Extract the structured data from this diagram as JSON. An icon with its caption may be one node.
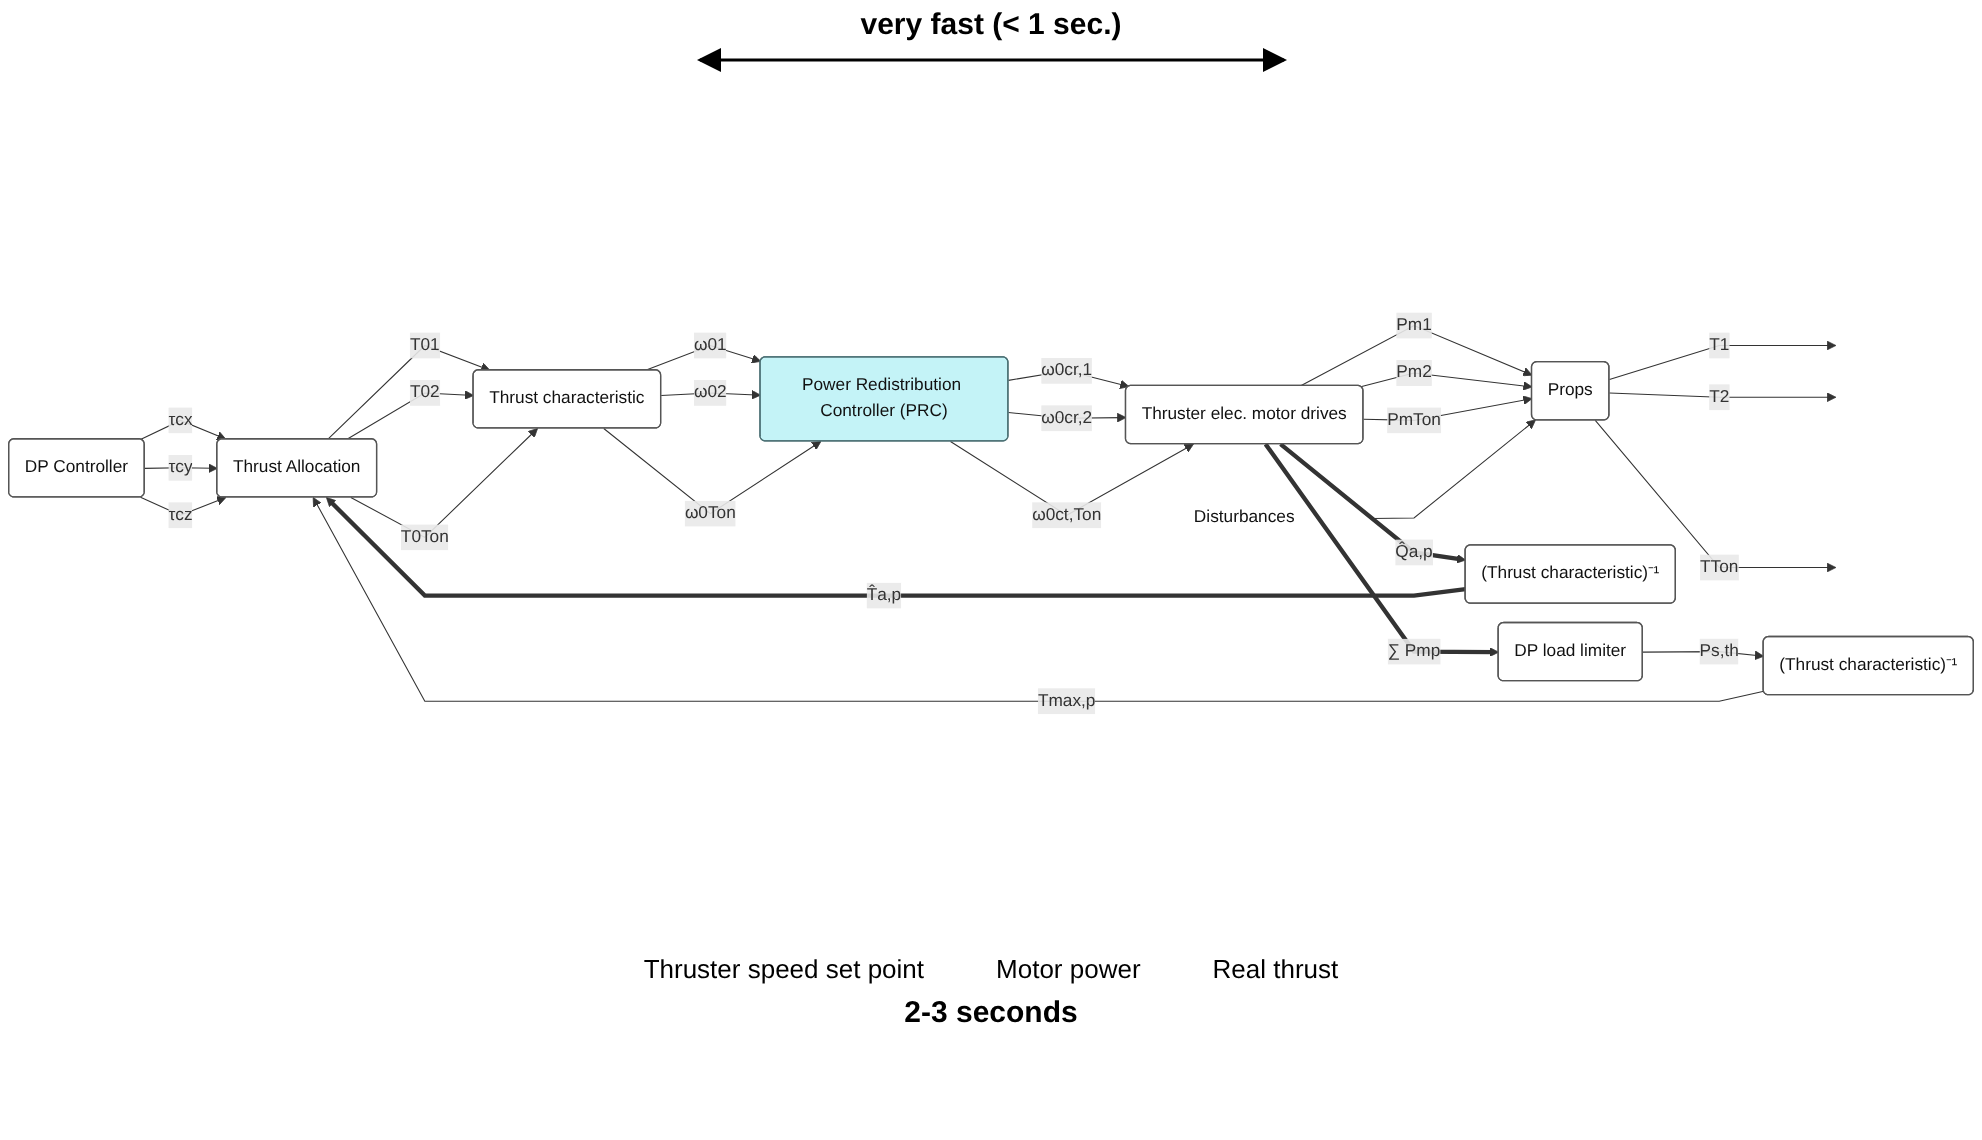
{
  "diagram": {
    "title": "very fast (< 1 sec.)",
    "caption": "2-3 seconds",
    "nodes": [
      {
        "text": [
          "DP Controller"
        ]
      },
      {
        "text": [
          "Thrust Allocation"
        ]
      },
      {
        "text": [
          "Thrust characteristic"
        ]
      },
      {
        "text": [
          "Power Redistribution Controller (PRC)"
        ]
      },
      {
        "text": [
          "Thruster elec. motor drives"
        ]
      },
      {
        "text": [
          "Props"
        ]
      },
      {
        "text": [
          "(Thrust characteristic)⁻¹"
        ]
      },
      {
        "text": [
          "(Thrust characteristic)⁻¹"
        ]
      },
      {
        "text": [
          "DP load limiter"
        ]
      },
      {
        "text": [
          "Disturbances"
        ]
      }
    ],
    "edges": [
      {
        "from": 0,
        "to": 1,
        "arrow": "to",
        "label": "τcx"
      },
      {
        "from": 0,
        "to": 1,
        "arrow": "to",
        "label": "τcy"
      },
      {
        "from": 0,
        "to": 1,
        "arrow": "to",
        "label": "τcz"
      },
      {
        "from": 1,
        "to": 2,
        "arrow": "to",
        "label": "T01"
      },
      {
        "from": 1,
        "to": 2,
        "arrow": "to",
        "label": "T02"
      },
      {
        "from": 1,
        "to": 2,
        "arrow": "to",
        "label": "T0Ton"
      },
      {
        "from": 2,
        "to": 3,
        "arrow": "to",
        "label": "ω01"
      },
      {
        "from": 2,
        "to": 3,
        "arrow": "to",
        "label": "ω02"
      },
      {
        "from": 2,
        "to": 3,
        "arrow": "to",
        "label": "ω0Ton"
      },
      {
        "from": 3,
        "to": 4,
        "arrow": "to",
        "label": "ω0cr,1"
      },
      {
        "from": 3,
        "to": 4,
        "arrow": "to",
        "label": "ω0cr,2"
      },
      {
        "from": 3,
        "to": 4,
        "arrow": "to",
        "label": "ω0ct,Ton"
      },
      {
        "from": 4,
        "to": 5,
        "arrow": "to",
        "label": "Pm1"
      },
      {
        "from": 4,
        "to": 5,
        "arrow": "to",
        "label": "Pm2"
      },
      {
        "from": 4,
        "to": 5,
        "arrow": "to",
        "label": "PmTon"
      },
      {
        "from": 5,
        "to": null,
        "arrow": "to",
        "label": "T1"
      },
      {
        "from": 5,
        "to": null,
        "arrow": "to",
        "label": "T2"
      },
      {
        "from": 5,
        "to": null,
        "arrow": "to",
        "label": "TTon"
      },
      {
        "from": 4,
        "to": 6,
        "arrow": "to",
        "label": "Q̂a,p",
        "style": "thick"
      },
      {
        "from": 6,
        "to": 1,
        "arrow": "to",
        "label": "T̂a,p",
        "style": "thick"
      },
      {
        "from": 4,
        "to": 8,
        "arrow": "to",
        "label": "∑ Pmp",
        "style": "thick"
      },
      {
        "from": 8,
        "to": 7,
        "arrow": "to",
        "label": "Ps,th"
      },
      {
        "from": 7,
        "to": 1,
        "arrow": "to",
        "label": "Tmax,p"
      },
      {
        "from": 9,
        "to": 5,
        "arrow": "to"
      }
    ],
    "labels": [
      "Thruster speed set point",
      "Motor power",
      "Real thrust"
    ]
  }
}
